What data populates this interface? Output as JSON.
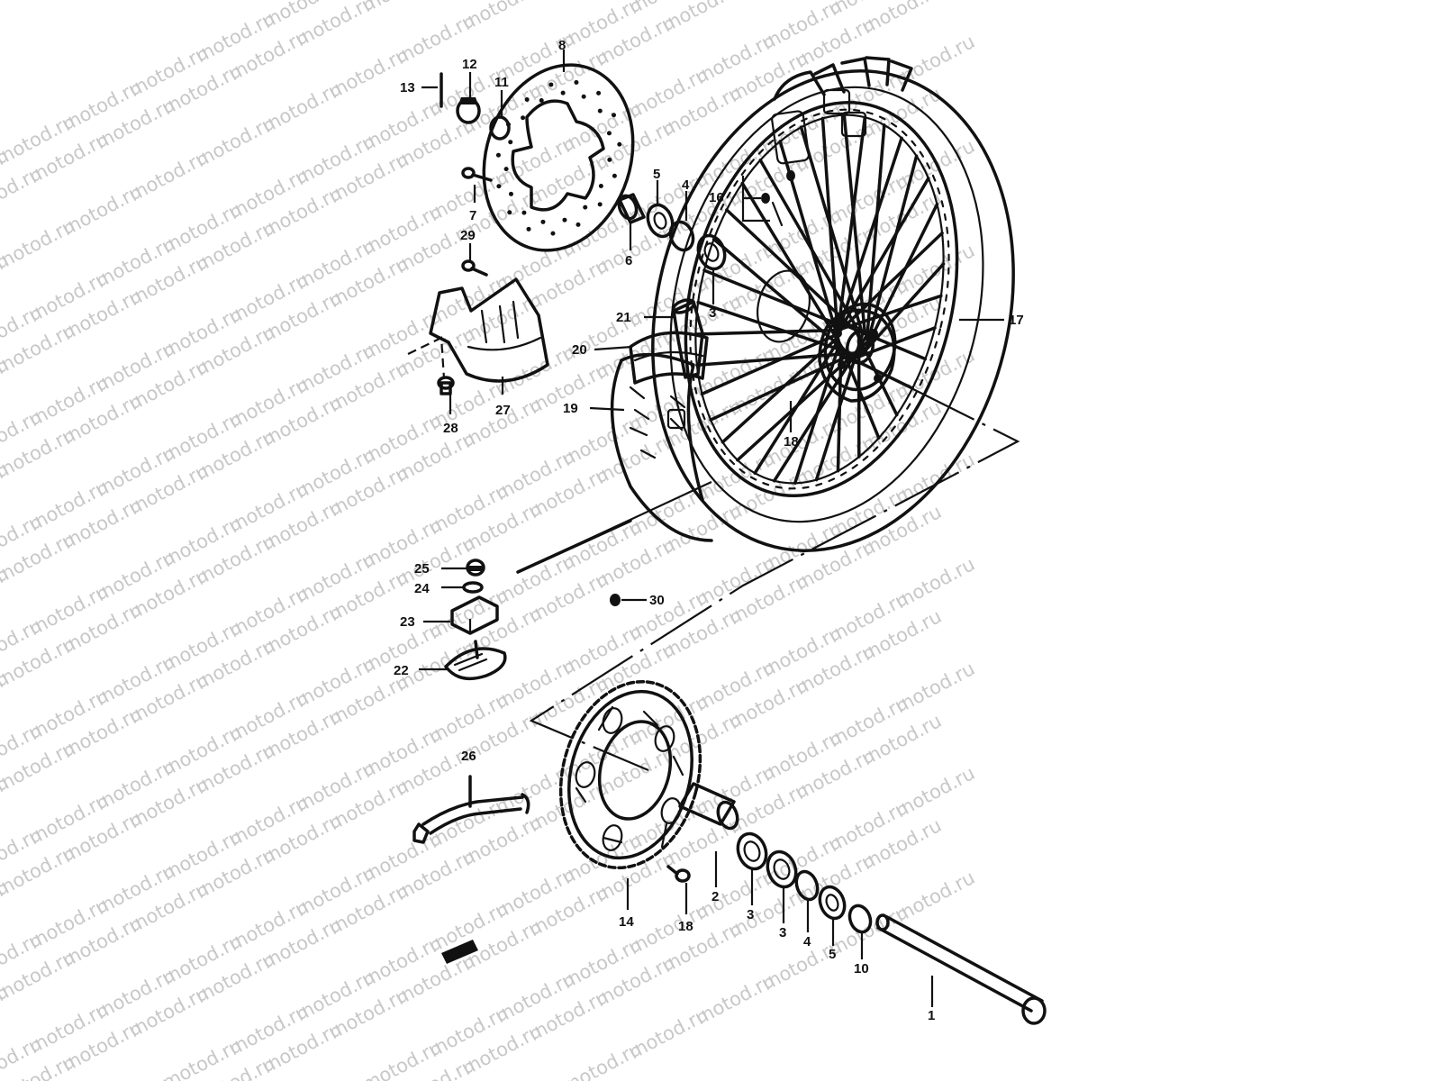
{
  "watermark": {
    "text": "motod.ru",
    "color": "#c8c8c8"
  },
  "ink_color": "#111111",
  "parts": [
    {
      "id": "13",
      "label": "13",
      "icon": "axle-cotter-pin-icon"
    },
    {
      "id": "12",
      "label": "12",
      "icon": "castle-nut-icon"
    },
    {
      "id": "11",
      "label": "11",
      "icon": "lock-washer-icon"
    },
    {
      "id": "8",
      "label": "8",
      "icon": "brake-disc-icon"
    },
    {
      "id": "7",
      "label": "7",
      "icon": "disc-bolt-icon"
    },
    {
      "id": "29",
      "label": "29",
      "icon": "bolt-icon"
    },
    {
      "id": "27",
      "label": "27",
      "icon": "disc-guard-icon"
    },
    {
      "id": "28",
      "label": "28",
      "icon": "guard-bolt-icon"
    },
    {
      "id": "6a",
      "label": "6",
      "icon": "spacer-icon"
    },
    {
      "id": "5a",
      "label": "5",
      "icon": "oil-seal-icon"
    },
    {
      "id": "4a",
      "label": "4",
      "icon": "circlip-icon"
    },
    {
      "id": "3a",
      "label": "3",
      "icon": "bearing-icon"
    },
    {
      "id": "16",
      "label": "16",
      "icon": "spoke-nipple-icon"
    },
    {
      "id": "21",
      "label": "21",
      "icon": "inner-tube-valve-icon"
    },
    {
      "id": "20",
      "label": "20",
      "icon": "rim-band-icon"
    },
    {
      "id": "19",
      "label": "19",
      "icon": "tire-icon"
    },
    {
      "id": "17",
      "label": "17",
      "icon": "spoke-wheel-icon"
    },
    {
      "id": "18a",
      "label": "18",
      "icon": "sprocket-bolt-icon"
    },
    {
      "id": "25",
      "label": "25",
      "icon": "nut-icon"
    },
    {
      "id": "24",
      "label": "24",
      "icon": "washer-icon"
    },
    {
      "id": "23",
      "label": "23",
      "icon": "spacer-block-icon"
    },
    {
      "id": "22",
      "label": "22",
      "icon": "rim-lock-icon"
    },
    {
      "id": "30",
      "label": "30",
      "icon": "valve-cap-icon"
    },
    {
      "id": "26",
      "label": "26",
      "icon": "torque-link-icon"
    },
    {
      "id": "14",
      "label": "14",
      "icon": "rear-sprocket-icon"
    },
    {
      "id": "18b",
      "label": "18",
      "icon": "sprocket-bolt-icon"
    },
    {
      "id": "2",
      "label": "2",
      "icon": "axle-spacer-icon"
    },
    {
      "id": "3b",
      "label": "3",
      "icon": "bearing-icon"
    },
    {
      "id": "3c",
      "label": "3",
      "icon": "bearing-icon"
    },
    {
      "id": "4b",
      "label": "4",
      "icon": "circlip-icon"
    },
    {
      "id": "5b",
      "label": "5",
      "icon": "oil-seal-icon"
    },
    {
      "id": "10",
      "label": "10",
      "icon": "collar-icon"
    },
    {
      "id": "1",
      "label": "1",
      "icon": "rear-axle-icon"
    }
  ]
}
